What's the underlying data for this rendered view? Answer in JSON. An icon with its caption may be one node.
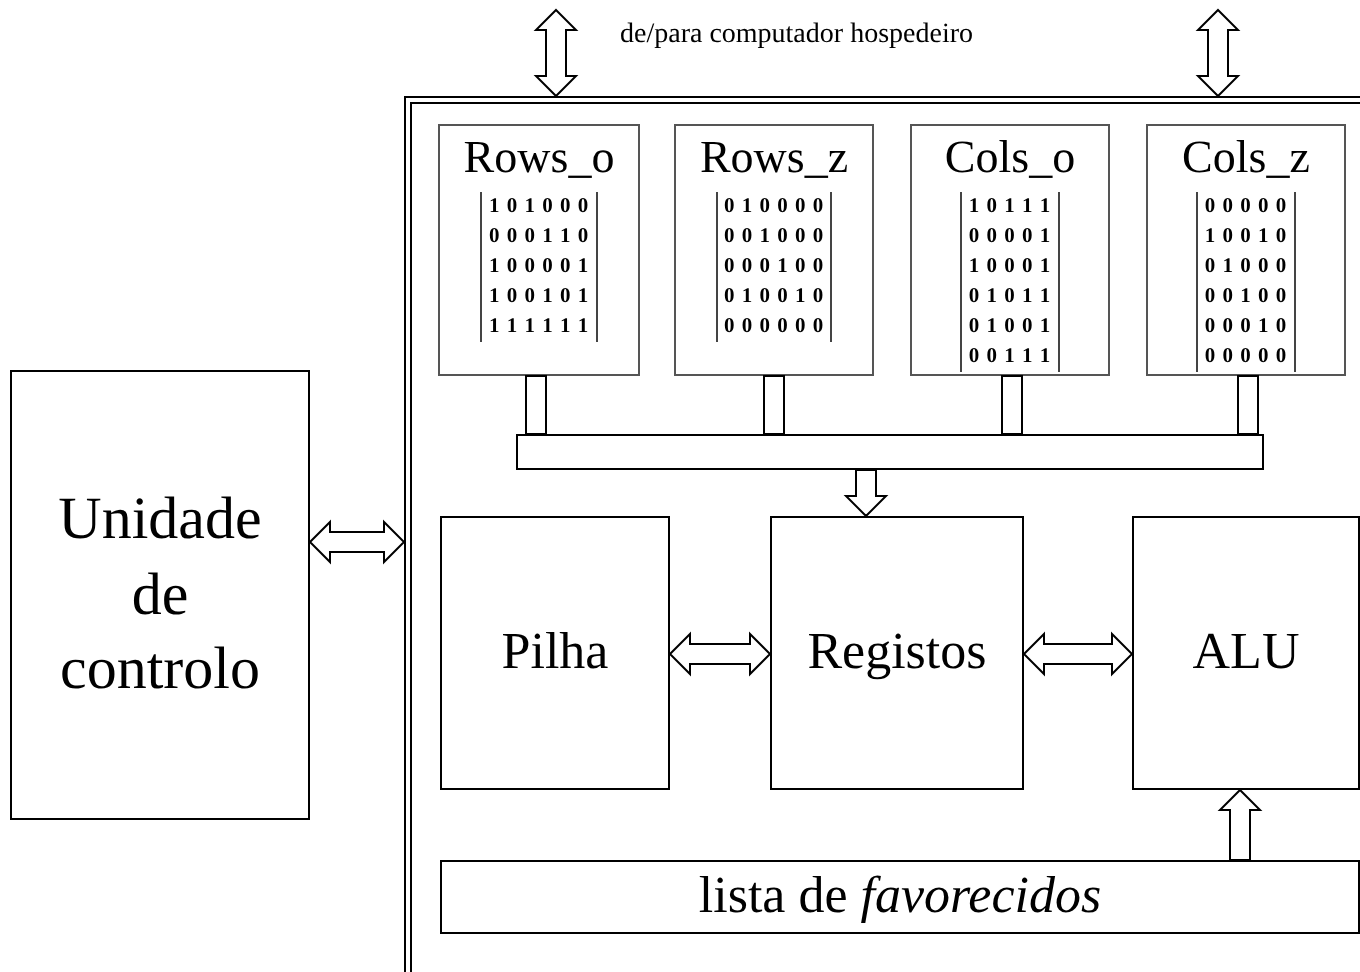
{
  "diagram": {
    "nodes": [
      {
        "text": [
          "Unidade de controlo"
        ]
      },
      {
        "text": [],
        "shape": "box"
      },
      {
        "text": [
          "Rows_o",
          "1 0 1 0 0 0",
          "0 0 0 1 1 0",
          "1 0 0 0 0 1",
          "1 0 0 1 0 1",
          "1 1 1 1 1 1"
        ],
        "in": 1
      },
      {
        "text": [
          "Rows_z",
          "0 1 0 0 0 0",
          "0 0 1 0 0 0",
          "0 0 0 1 0 0",
          "0 1 0 0 1 0",
          "0 0 0 0 0 0"
        ],
        "in": 1
      },
      {
        "text": [
          "Cols_o",
          "1 0 1 1 1",
          "0 0 0 0 1",
          "1 0 0 0 1",
          "0 1 0 1 1",
          "0 1 0 0 1",
          "0 0 1 1 1"
        ],
        "in": 1
      },
      {
        "text": [
          "Cols_z",
          "0 0 0 0 0",
          "1 0 0 1 0",
          "0 1 0 0 0",
          "0 0 1 0 0",
          "0 0 0 1 0",
          "0 0 0 0 0"
        ],
        "in": 1
      },
      {
        "text": [],
        "shape": "bar",
        "in": 1
      },
      {
        "text": [
          "Pilha"
        ],
        "in": 1
      },
      {
        "text": [
          "Registos"
        ],
        "in": 1
      },
      {
        "text": [
          "ALU"
        ],
        "in": 1
      },
      {
        "text": [
          "lista de *favorecidos*"
        ],
        "in": 1
      }
    ],
    "edges": [
      {
        "from": null,
        "to": 1,
        "arrow": "both"
      },
      {
        "from": null,
        "to": 1,
        "arrow": "both"
      },
      {
        "from": 0,
        "to": 1,
        "arrow": "both"
      },
      {
        "from": 2,
        "to": 6,
        "arrow": "none"
      },
      {
        "from": 3,
        "to": 6,
        "arrow": "none"
      },
      {
        "from": 4,
        "to": 6,
        "arrow": "none"
      },
      {
        "from": 5,
        "to": 6,
        "arrow": "none"
      },
      {
        "from": 6,
        "to": 8,
        "arrow": "to"
      },
      {
        "from": 7,
        "to": 8,
        "arrow": "both"
      },
      {
        "from": 8,
        "to": 9,
        "arrow": "both"
      },
      {
        "from": 10,
        "to": 9,
        "arrow": "to"
      }
    ],
    "labels": [
      "de/para computador hospedeiro"
    ]
  }
}
